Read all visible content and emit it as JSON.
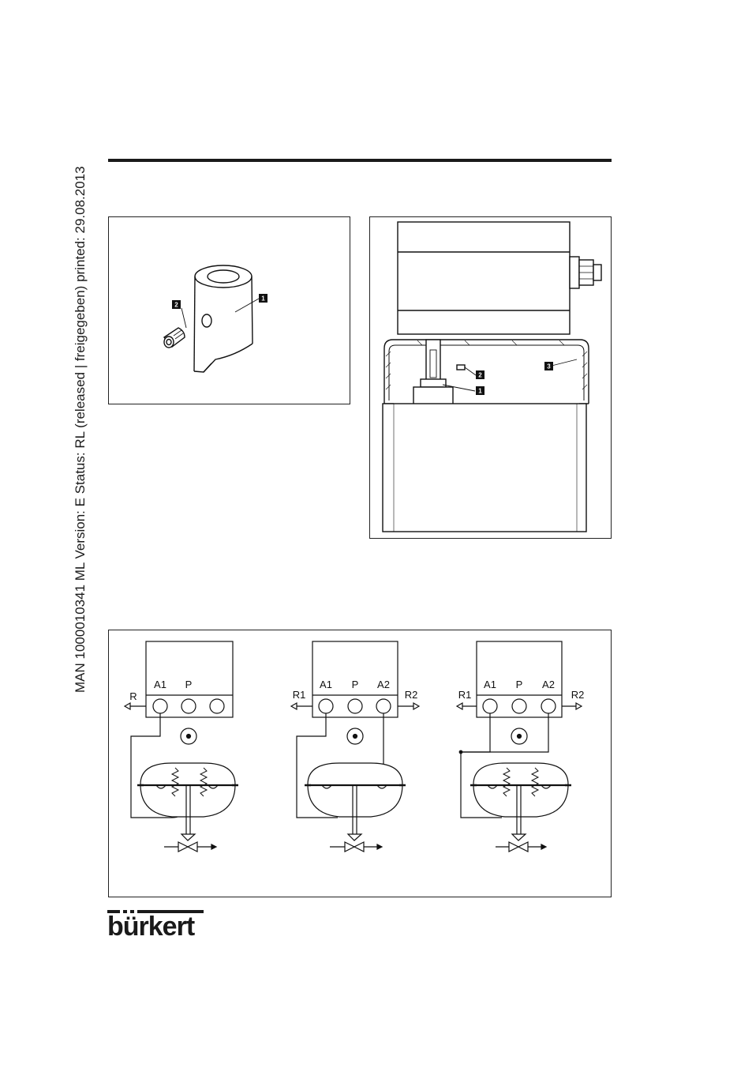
{
  "sidebar": {
    "doc_info": "MAN  1000010341  ML  Version: E  Status: RL (released | freigegeben)  printed: 29.08.2013"
  },
  "figure_a": {
    "callouts": [
      "1",
      "2"
    ],
    "icons": [
      "cylinder-bushing-icon",
      "set-screw-icon"
    ]
  },
  "figure_b": {
    "callouts": [
      "2",
      "3",
      "1"
    ],
    "icons": [
      "actuator-housing-icon",
      "cable-gland-icon"
    ]
  },
  "figure_c": {
    "diagrams": [
      {
        "ports": [
          "A1",
          "P"
        ],
        "exhausts": [
          "R"
        ]
      },
      {
        "ports": [
          "A1",
          "P",
          "A2"
        ],
        "exhausts": [
          "R1",
          "R2"
        ]
      },
      {
        "ports": [
          "A1",
          "P",
          "A2"
        ],
        "exhausts": [
          "R1",
          "R2"
        ]
      }
    ]
  },
  "footer": {
    "logo_text": "bürkert"
  }
}
